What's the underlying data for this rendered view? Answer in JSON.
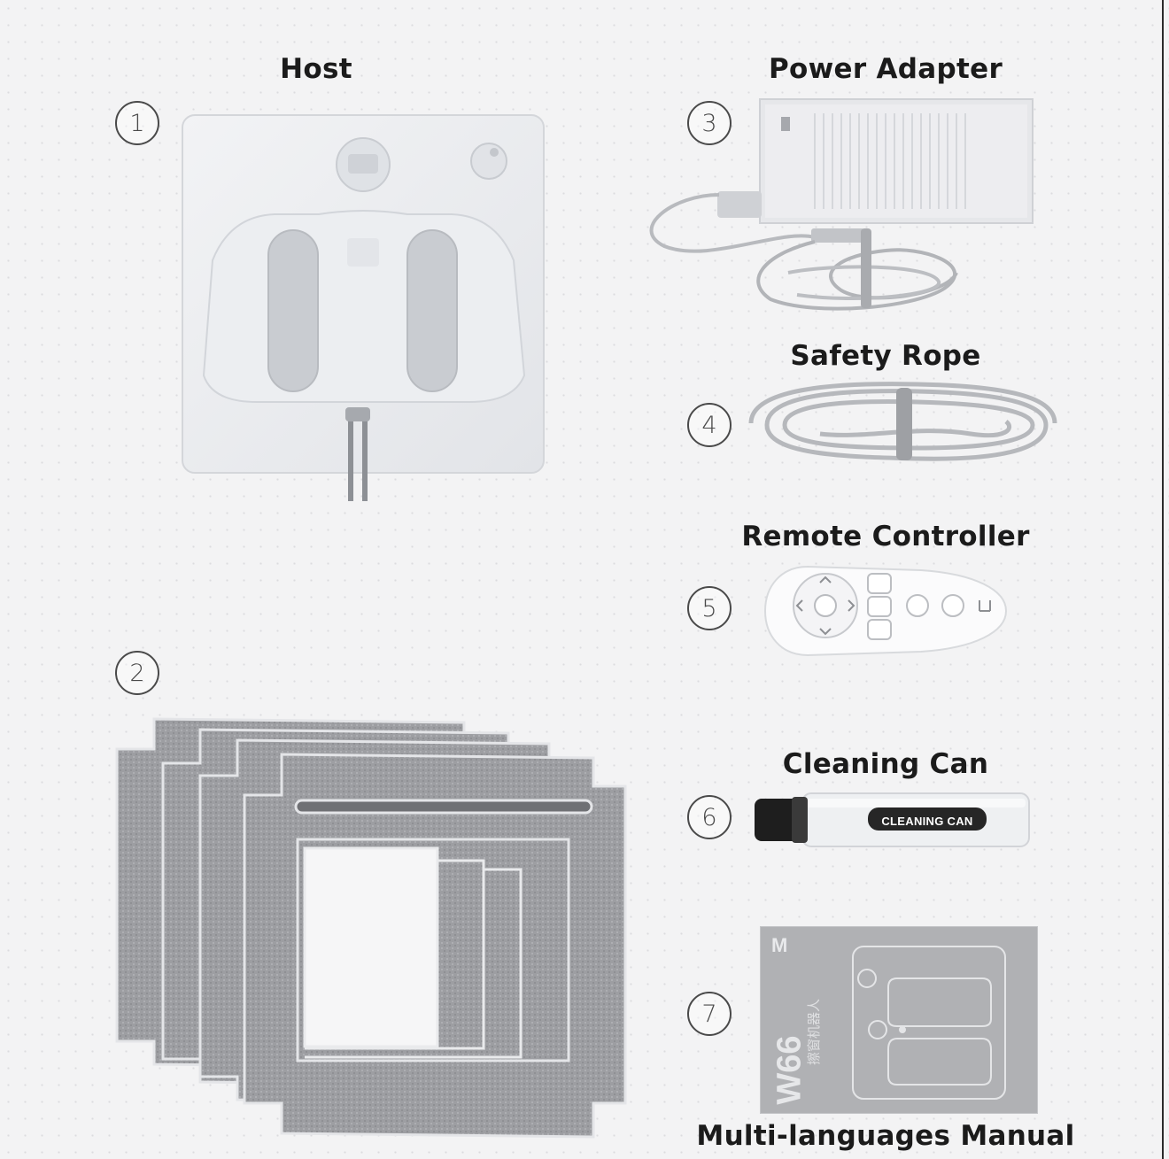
{
  "items": [
    {
      "number": "1",
      "title": "Host"
    },
    {
      "number": "2",
      "title": ""
    },
    {
      "number": "3",
      "title": "Power Adapter"
    },
    {
      "number": "4",
      "title": "Safety Rope"
    },
    {
      "number": "5",
      "title": "Remote Controller"
    },
    {
      "number": "6",
      "title": "Cleaning Can"
    },
    {
      "number": "7",
      "title": "Multi-languages Manual"
    }
  ],
  "can_label": "CLEANING CAN",
  "manual": {
    "logo": "M",
    "model": "W66",
    "subtitle": "擦窗机器人"
  }
}
